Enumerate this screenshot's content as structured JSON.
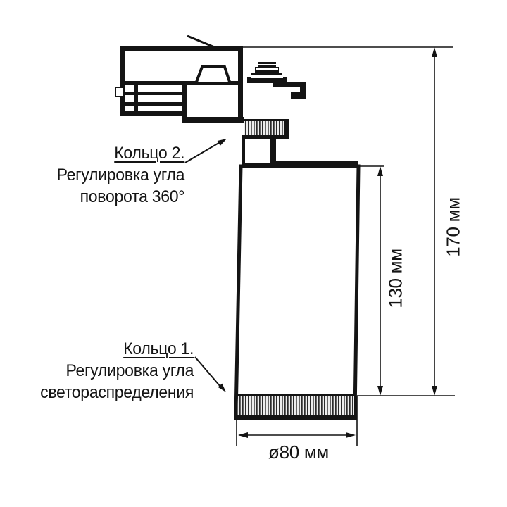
{
  "figure": {
    "type": "technical-drawing",
    "subject": "track-light-fixture-side-view"
  },
  "callouts": {
    "ring2": {
      "title": "Кольцо 2.",
      "line1": "Регулировка угла",
      "line2": "поворота 360°"
    },
    "ring1": {
      "title": "Кольцо 1.",
      "line1": "Регулировка угла",
      "line2": "светораспределения"
    }
  },
  "dimensions": {
    "total_height": "170 мм",
    "body_height": "130 мм",
    "diameter": "ø80 мм"
  },
  "colors": {
    "line": "#141414",
    "background": "#ffffff",
    "hatch_dark": "#2b2b2b",
    "hatch_light": "#ededed"
  }
}
